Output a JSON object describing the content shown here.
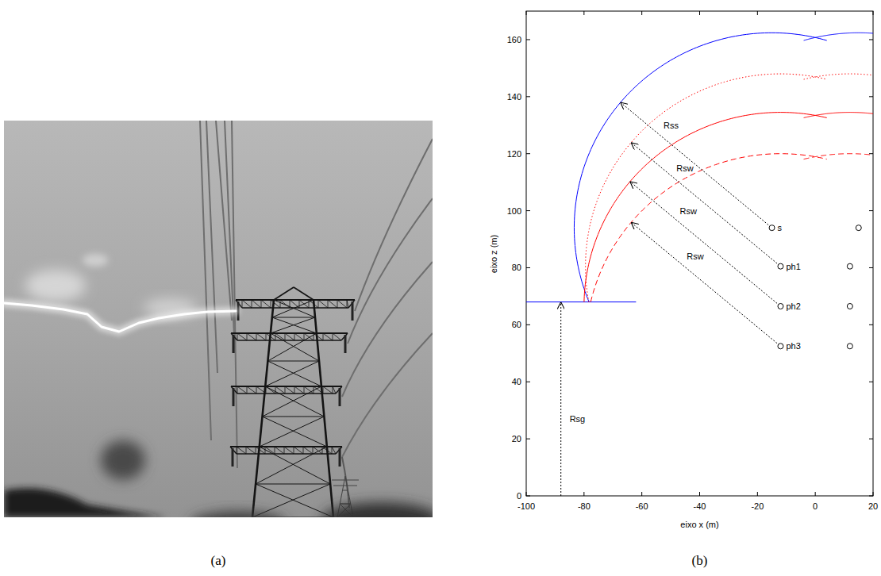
{
  "diagram": {
    "labels": [
      "160",
      "140",
      "120",
      "100",
      "80",
      "60",
      "40",
      "20",
      "0",
      "Rss",
      "s",
      "ph1",
      "Rsw",
      "Rsw",
      "ph2",
      "Rsw",
      "ph3",
      "Rsg",
      "-100",
      "-80",
      "-60",
      "-40",
      "-20",
      "0",
      "20",
      "eixo z (m)",
      "eixo x (m)",
      "(a)",
      "(b)"
    ]
  }
}
